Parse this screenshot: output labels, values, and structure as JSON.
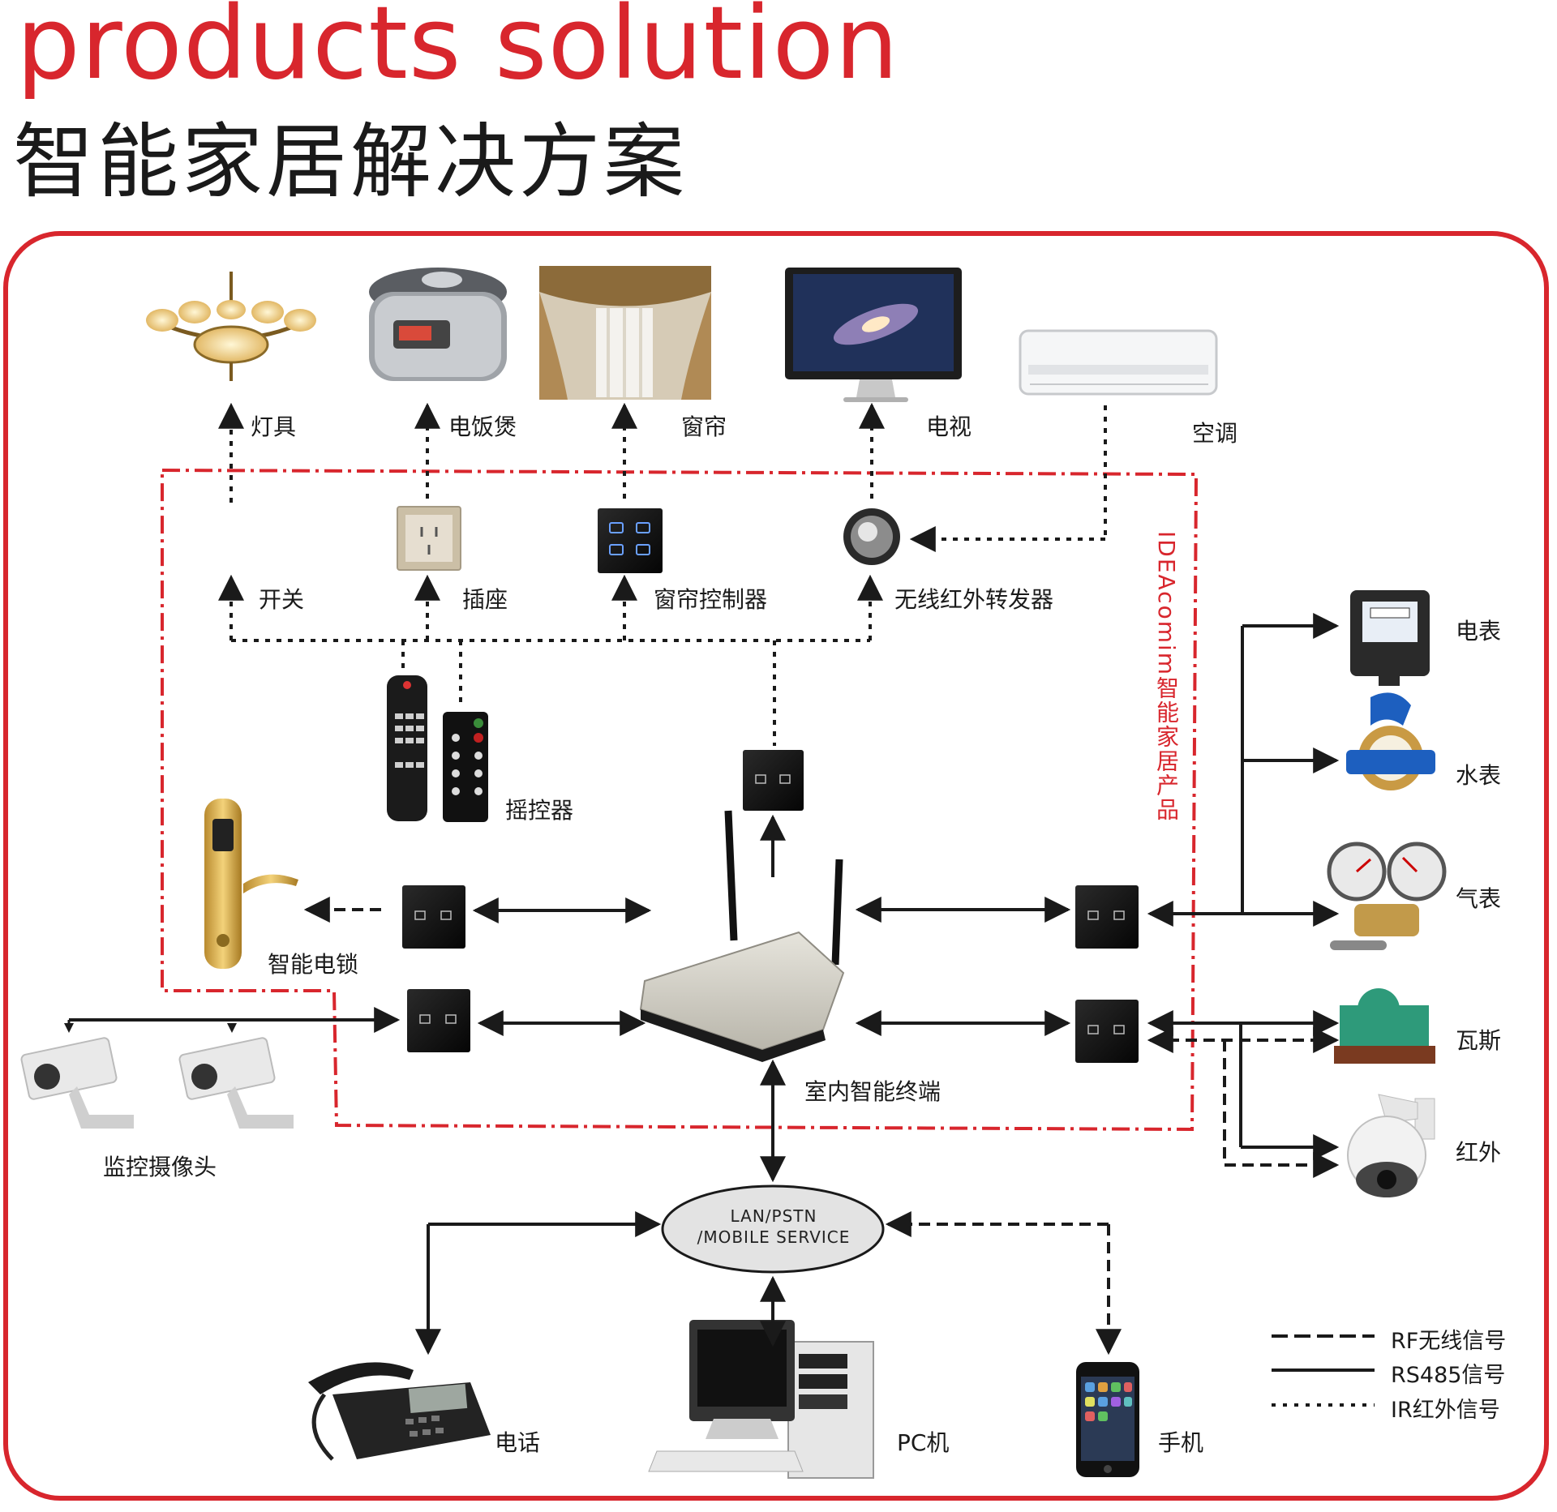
{
  "title": {
    "en": "products solution",
    "cn": "智能家居解决方案"
  },
  "boundary_label": "IDEAcomim智能家居产品",
  "devices": {
    "lamp": "灯具",
    "rice_cooker": "电饭煲",
    "curtain": "窗帘",
    "tv": "电视",
    "air_conditioner": "空调",
    "switch": "开关",
    "socket": "插座",
    "curtain_controller": "窗帘控制器",
    "ir_repeater": "无线红外转发器",
    "remote": "摇控器",
    "smart_lock": "智能电锁",
    "camera": "监控摄像头",
    "terminal": "室内智能终端",
    "electric_meter": "电表",
    "water_meter": "水表",
    "gas_meter": "气表",
    "gas": "瓦斯",
    "infrared": "红外",
    "phone": "电话",
    "pc": "PC机",
    "mobile": "手机"
  },
  "network": {
    "line1": "LAN/PSTN",
    "line2": "/MOBILE SERVICE"
  },
  "legend": [
    {
      "style": "dashed",
      "label": "RF无线信号"
    },
    {
      "style": "solid",
      "label": "RS485信号"
    },
    {
      "style": "dotted",
      "label": "IR红外信号"
    }
  ],
  "colors": {
    "accent": "#d8262d",
    "line": "#1a1a1a"
  }
}
